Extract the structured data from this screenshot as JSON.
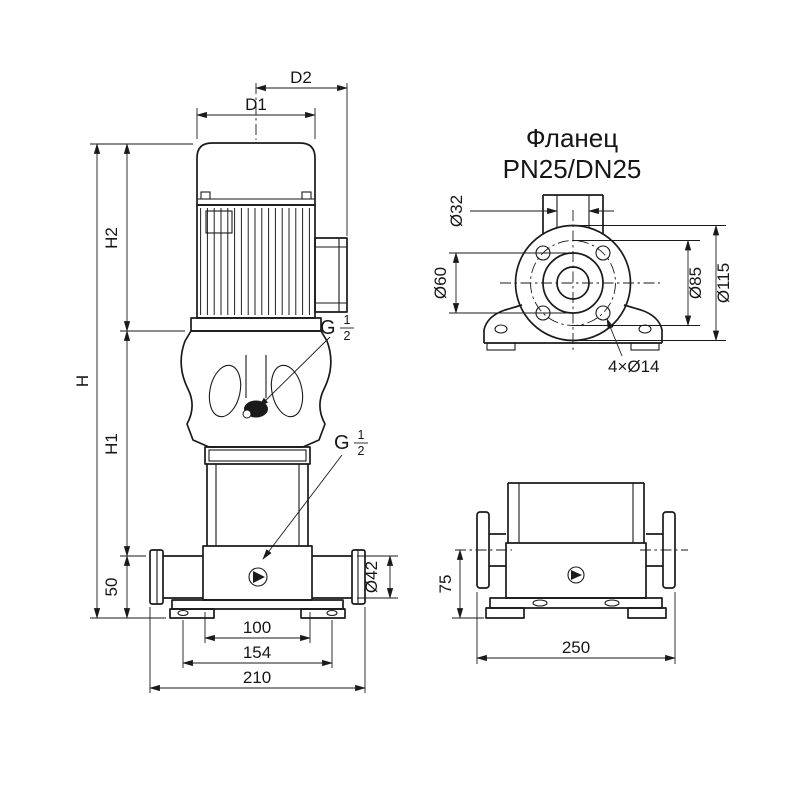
{
  "drawing": {
    "background": "#ffffff",
    "line_color": "#1a1a1a"
  },
  "front_view": {
    "dims": {
      "D2": "D2",
      "D1": "D1",
      "H": "H",
      "H2": "H2",
      "H1": "H1",
      "h50": "50",
      "dia42": "Ø42",
      "w100": "100",
      "w154": "154",
      "w210": "210"
    },
    "port_thread": {
      "letter": "G",
      "numerator": "1",
      "denominator": "2"
    }
  },
  "flange_view": {
    "title_line1": "Фланец",
    "title_line2": "PN25/DN25",
    "dims": {
      "dia32": "Ø32",
      "dia60": "Ø60",
      "dia85": "Ø85",
      "dia115": "Ø115",
      "bolt_holes": "4×Ø14"
    }
  },
  "base_view": {
    "dims": {
      "h75": "75",
      "w250": "250"
    }
  }
}
